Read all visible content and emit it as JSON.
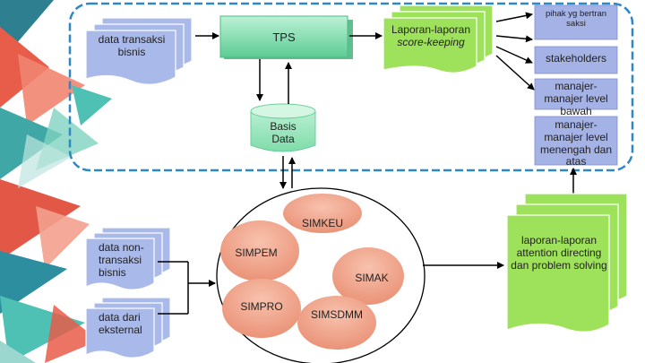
{
  "diagram": {
    "inputs": {
      "transaction_data": "data transaksi bisnis",
      "non_transaction_data": "data non-transaksi bisnis",
      "external_data": "data dari eksternal"
    },
    "tps": "TPS",
    "database": "Basis Data",
    "scorekeeping_reports": {
      "line1": "Laporan-laporan",
      "line2": "score-keeping"
    },
    "outputs": {
      "witness_parties": "pihak yg bertran saksi",
      "stakeholders": "stakeholders",
      "lower_managers": "manajer-manajer level bawah",
      "middle_upper_managers": "manajer-manajer level menengah dan atas"
    },
    "attention_reports": "laporan-laporan attention directing dan problem solving",
    "subsystems": {
      "simkeu": "SIMKEU",
      "simpem": "SIMPEM",
      "simak": "SIMAK",
      "simpro": "SIMPRO",
      "simsdmm": "SIMSDMM"
    },
    "colors": {
      "input_docs": "#a9b9ea",
      "tps_box": "#79d9a9",
      "report_docs": "#9ee15a",
      "output_boxes": "#a5b2e6",
      "subsystem_ovals": "#f0a48a",
      "boundary": "#2f87c4"
    }
  }
}
